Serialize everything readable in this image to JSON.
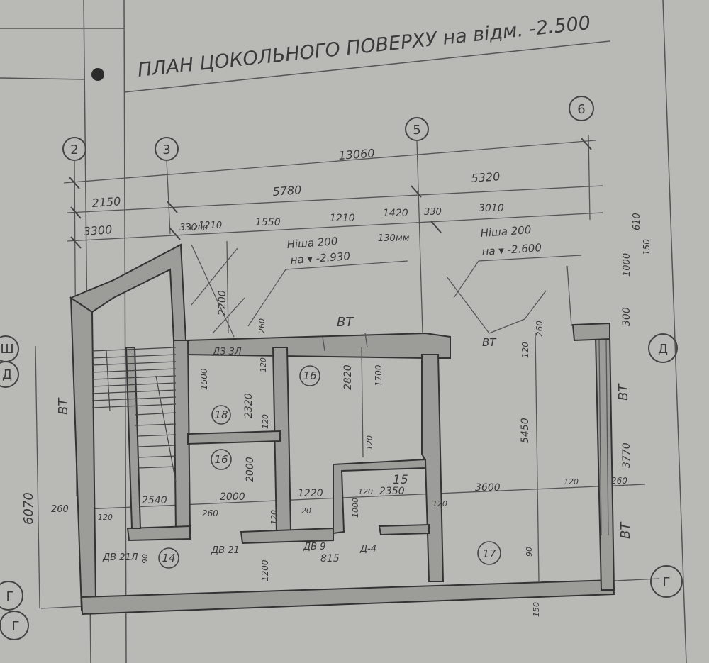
{
  "title": "ПЛАН ЦОКОЛЬНОГО ПОВЕРХУ на відм. -2.500",
  "axes": {
    "columns": [
      "2",
      "3",
      "5",
      "6"
    ],
    "rows_left": [
      "Ш",
      "Д",
      "Г",
      "Г"
    ],
    "rows_right": [
      "Д",
      "Г"
    ]
  },
  "dimensions": {
    "overall": "13060",
    "chain_upper": [
      "2150",
      "5780",
      "5320"
    ],
    "chain_lower": [
      "3300",
      "330",
      "1210",
      "1550",
      "1210",
      "1420",
      "330",
      "3010"
    ],
    "right_top": [
      "300",
      "1000",
      "610",
      "150"
    ],
    "left_vertical": "6070",
    "left_low": "260",
    "interior": [
      "2200",
      "1500",
      "2320",
      "120",
      "2000",
      "120",
      "2820",
      "1700",
      "120",
      "1200",
      "5450",
      "120",
      "260",
      "3770",
      "2540",
      "2000",
      "1220",
      "120",
      "2350",
      "120",
      "3600",
      "120",
      "260",
      "260",
      "120",
      "20",
      "120",
      "1000",
      "815",
      "1200",
      "90",
      "150",
      "90",
      "260"
    ]
  },
  "notes": {
    "niche_left_a": "Ніша 200",
    "niche_left_b": "130мм",
    "niche_left_c": "на ▾ -2.930",
    "niche_right_a": "Ніша 200",
    "niche_right_b": "на ▾ -2.600"
  },
  "rooms": [
    "18",
    "16",
    "16",
    "15",
    "14",
    "17"
  ],
  "labels": {
    "vt": "ВТ",
    "vt2": "ВТ",
    "vt_left": "ВТ",
    "vt_right1": "ВТ",
    "vt_right2": "ВТ"
  },
  "doors": [
    "ДЗ 3Л",
    "ДВ 21Л",
    "ДВ 21",
    "ДВ 9",
    "Д-4"
  ],
  "colors": {
    "paper": "#b9b9b6",
    "ink": "#3a3a3a",
    "wall_fill": "#9c9c99"
  }
}
